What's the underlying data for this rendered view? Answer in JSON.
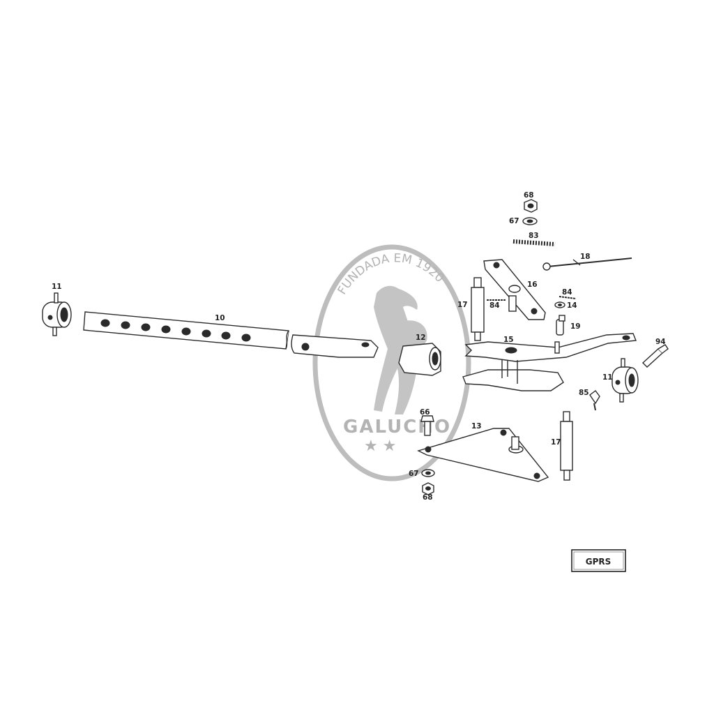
{
  "watermark": {
    "arc_text": "FUNDADA EM 1920",
    "brand": "GALUCHO",
    "stars": "★ ★"
  },
  "code_box": {
    "label": "GPRS"
  },
  "labels": {
    "p11_left": "11",
    "p10": "10",
    "p12": "12",
    "p68_top": "68",
    "p67_top": "67",
    "p83": "83",
    "p18": "18",
    "p16": "16",
    "p17_upper": "17",
    "p84_left": "84",
    "p84_right": "84",
    "p14": "14",
    "p19": "19",
    "p15": "15",
    "p94": "94",
    "p11_right": "11",
    "p85": "85",
    "p66": "66",
    "p13": "13",
    "p17_lower": "17",
    "p67_bottom": "67",
    "p68_bottom": "68"
  }
}
